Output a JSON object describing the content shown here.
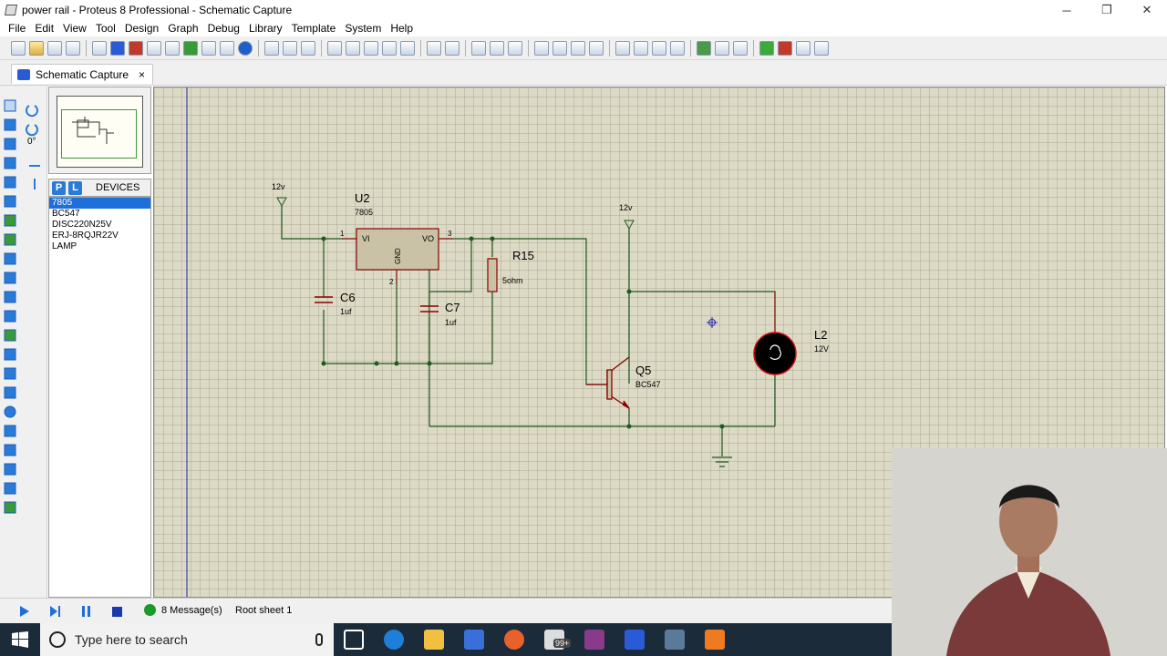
{
  "window": {
    "title": "power rail - Proteus 8 Professional - Schematic Capture",
    "minimize": "─",
    "restore": "❐",
    "close": "✕"
  },
  "menu": [
    "File",
    "Edit",
    "View",
    "Tool",
    "Design",
    "Graph",
    "Debug",
    "Library",
    "Template",
    "System",
    "Help"
  ],
  "tab": {
    "label": "Schematic Capture",
    "close": "×"
  },
  "rotation": "0°",
  "devices": {
    "P": "P",
    "L": "L",
    "label": "DEVICES",
    "items": [
      "7805",
      "BC547",
      "DISC220N25V",
      "ERJ-8RQJR22V",
      "LAMP"
    ],
    "selected": "7805"
  },
  "schematic": {
    "u2": {
      "ref": "U2",
      "value": "7805",
      "vi": "VI",
      "vo": "VO",
      "gnd": "GND",
      "pin1": "1",
      "pin2": "2",
      "pin3": "3"
    },
    "c6": {
      "ref": "C6",
      "value": "1uf"
    },
    "c7": {
      "ref": "C7",
      "value": "1uf"
    },
    "r15": {
      "ref": "R15",
      "value": "5ohm"
    },
    "q5": {
      "ref": "Q5",
      "value": "BC547"
    },
    "l2": {
      "ref": "L2",
      "value": "12V"
    },
    "power1": "12v",
    "power2": "12v"
  },
  "status": {
    "messages": "8 Message(s)",
    "sheet": "Root sheet 1"
  },
  "taskbar": {
    "search_placeholder": "Type here to search",
    "badge": "99+"
  },
  "colors": {
    "wire": "#1f5a1f",
    "component": "#8b0000",
    "canvas": "#dcd9c4",
    "accent": "#1e6fd9"
  }
}
